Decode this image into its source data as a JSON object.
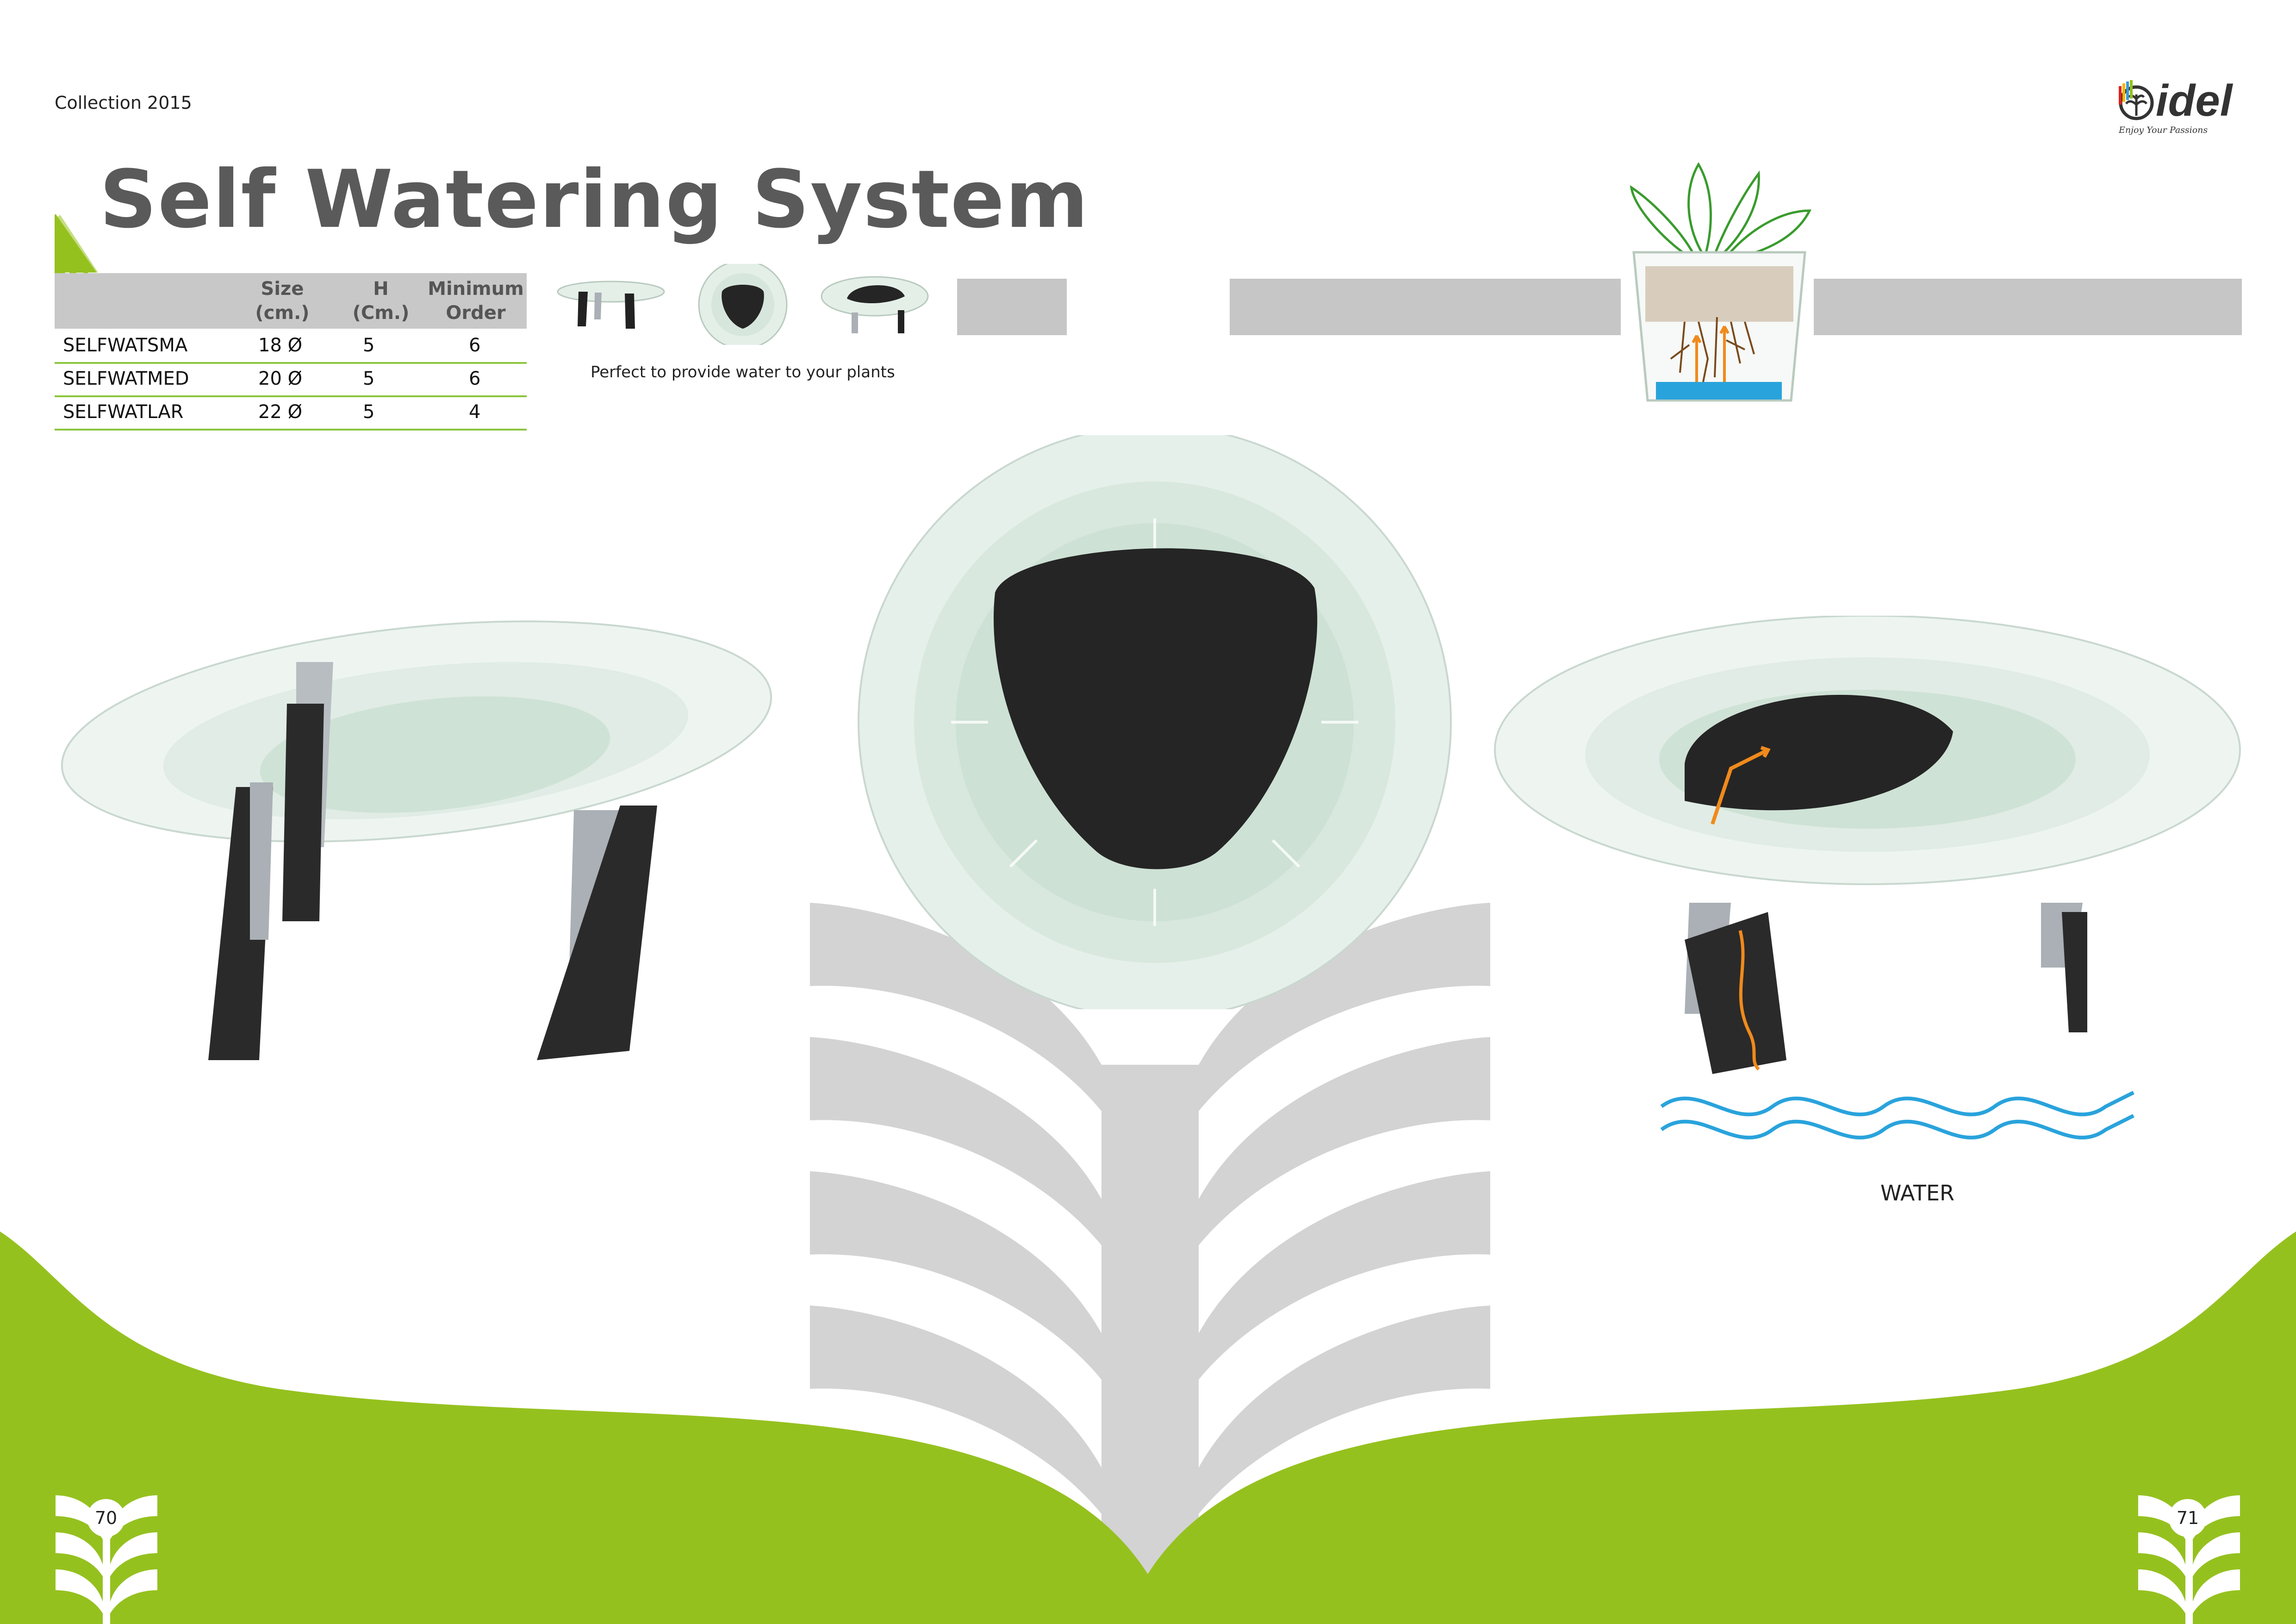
{
  "header": {
    "collection": "Collection 2015",
    "brand": {
      "name": "idel",
      "tagline": "Enjoy Your Passions"
    }
  },
  "title": "Self Watering System",
  "table": {
    "tag": "ART.",
    "headers": {
      "size": [
        "Size",
        "(cm.)"
      ],
      "h": [
        "H",
        "(Cm.)"
      ],
      "order": [
        "Minimum",
        "Order"
      ]
    },
    "rows": [
      {
        "code": "SELFWATSMA",
        "size": "18 Ø",
        "h": "5",
        "order": "6"
      },
      {
        "code": "SELFWATMED",
        "size": "20 Ø",
        "h": "5",
        "order": "6"
      },
      {
        "code": "SELFWATLAR",
        "size": "22 Ø",
        "h": "5",
        "order": "4"
      }
    ]
  },
  "caption": "Perfect to provide water to your plants",
  "water_label": "WATER",
  "page_numbers": {
    "left": "70",
    "right": "71"
  },
  "colors": {
    "brand_green": "#95c11f",
    "title_grey": "#5a5a5a",
    "bar_grey": "#c6c6c6",
    "water_blue": "#29a3dc",
    "arrow_orange": "#f08a1c",
    "felt": "#2a2a2a"
  }
}
